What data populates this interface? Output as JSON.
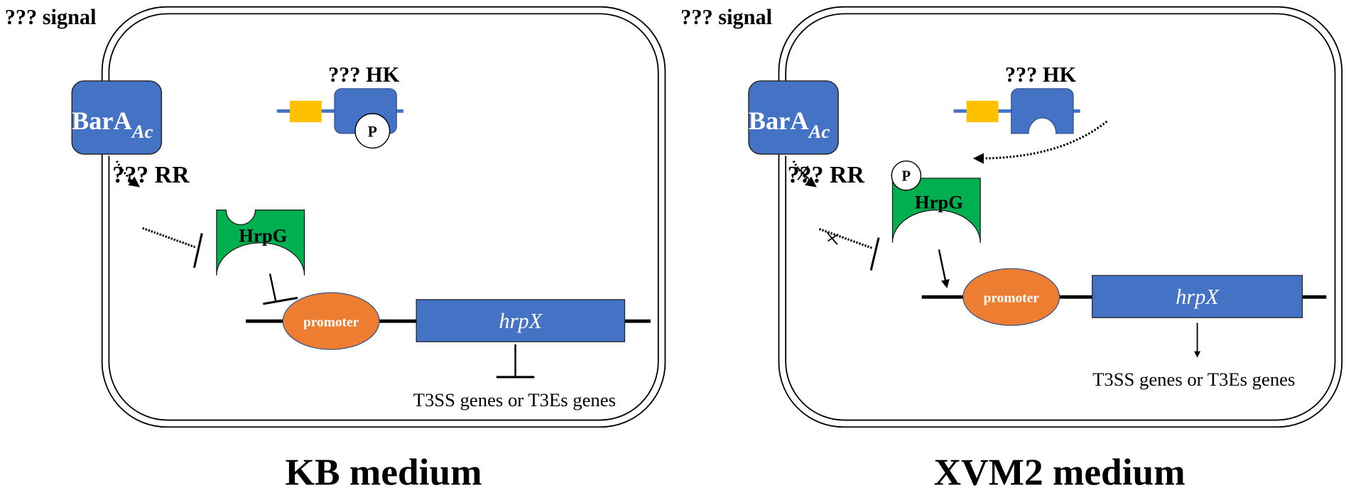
{
  "colors": {
    "bara": "#4472C4",
    "hk_domain": "#FFC000",
    "hrpg": "#00B050",
    "promoter": "#ED7D31",
    "hrpx": "#4472C4"
  },
  "panels": [
    {
      "signal": "??? signal",
      "bara_main": "BarA",
      "bara_sub": "Ac",
      "hk_label": "??? HK",
      "hk_p": "P",
      "rr_label": "??? RR",
      "hrpg_label": "HrpG",
      "promoter_label": "promoter",
      "hrpx_label": "hrpX",
      "target_genes": "T3SS genes or T3Es genes",
      "medium_title": "KB medium"
    },
    {
      "signal": "??? signal",
      "bara_main": "BarA",
      "bara_sub": "Ac",
      "hk_label": "??? HK",
      "hrpg_p": "P",
      "rr_label": "??? RR",
      "hrpg_label": "HrpG",
      "promoter_label": "promoter",
      "hrpx_label": "hrpX",
      "target_genes": "T3SS genes or T3Es genes",
      "medium_title": "XVM2 medium"
    }
  ]
}
